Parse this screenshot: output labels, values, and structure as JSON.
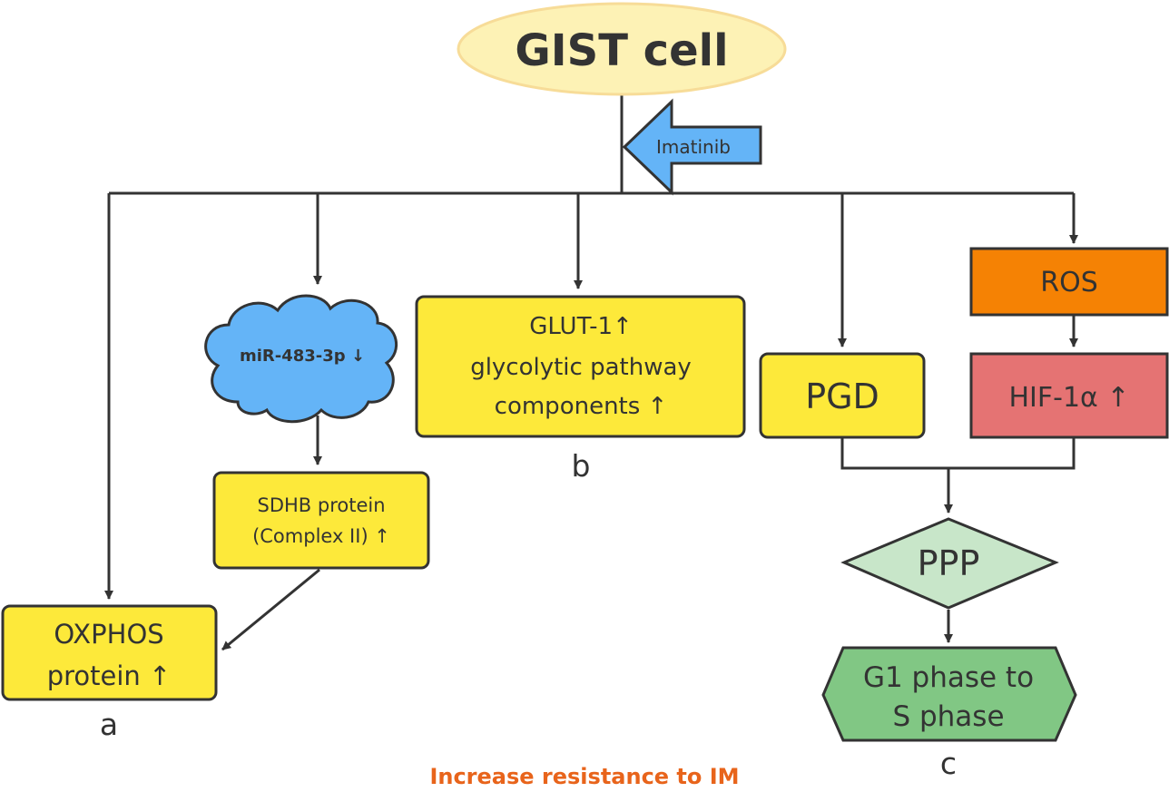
{
  "nodes": {
    "gist_cell": "GIST cell",
    "imatinib": "Imatinib",
    "mir": "miR-483-3p ↓",
    "sdhb_line1": "SDHB protein",
    "sdhb_line2": "(Complex II)  ↑",
    "oxphos_line1": "OXPHOS",
    "oxphos_line2": "protein ↑",
    "glut_line1": "GLUT-1↑",
    "glut_line2": "glycolytic pathway",
    "glut_line3": "components ↑",
    "pgd": "PGD",
    "ros": "ROS",
    "hif": "HIF-1α ↑",
    "ppp": "PPP",
    "g1_line1": "G1 phase to",
    "g1_line2": "S phase"
  },
  "labels": {
    "a": "a",
    "b": "b",
    "c": "c"
  },
  "footer": "Increase resistance to IM",
  "colors": {
    "yellow": "#fde93a",
    "cream": "#fdf2b5",
    "blue": "#64b4f7",
    "orange": "#f58204",
    "red": "#e57373",
    "light_green": "#c8e6c9",
    "green": "#81c784",
    "footer": "#e8641b",
    "stroke": "#333333"
  }
}
